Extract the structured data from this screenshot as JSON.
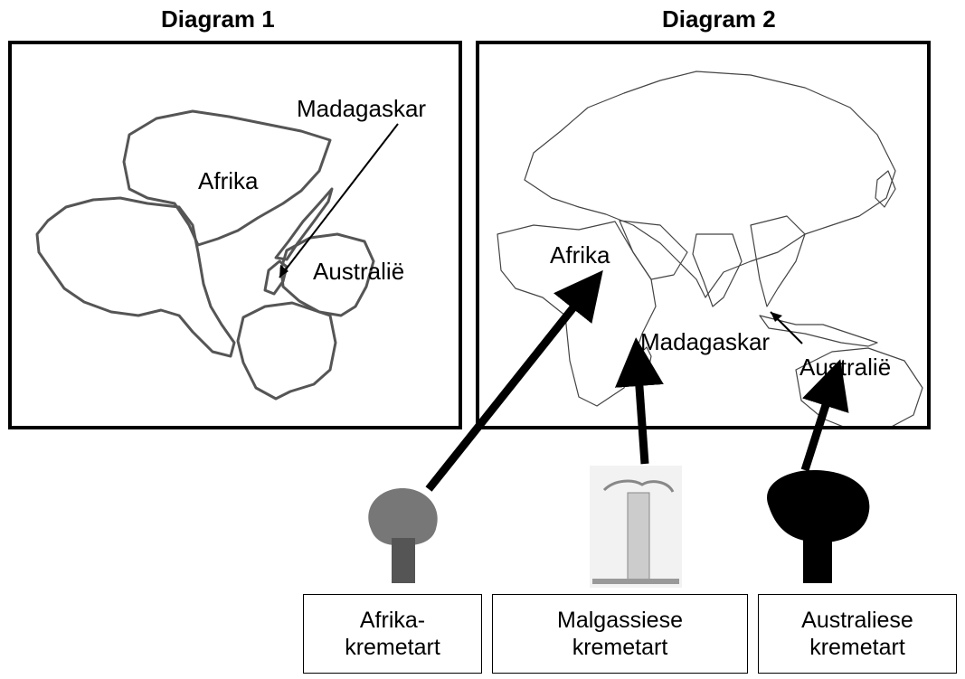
{
  "diagram1": {
    "title": "Diagram 1",
    "labels": {
      "africa": "Afrika",
      "madagascar": "Madagaskar",
      "australia": "Australië"
    }
  },
  "diagram2": {
    "title": "Diagram 2",
    "labels": {
      "africa": "Afrika",
      "madagascar": "Madagaskar",
      "australia": "Australië"
    }
  },
  "trees": [
    {
      "name": "Afrika-\nkremetart",
      "line1": "Afrika-",
      "line2": "kremetart"
    },
    {
      "line1": "Malgassiese",
      "line2": "kremetart"
    },
    {
      "line1": "Australiese",
      "line2": "kremetart"
    }
  ]
}
